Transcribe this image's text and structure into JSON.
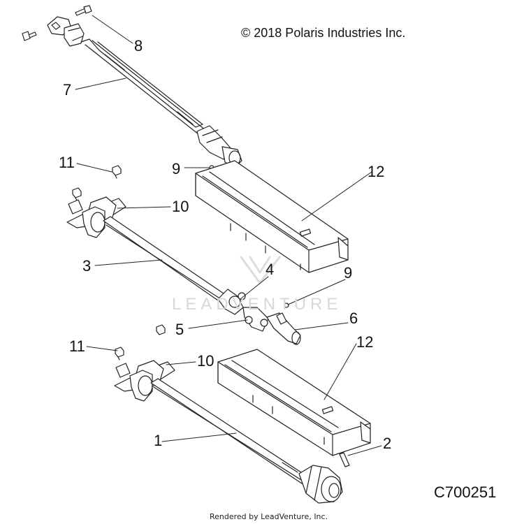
{
  "copyright": "© 2018 Polaris Industries Inc.",
  "diagram_code": "C700251",
  "rendered_by": "Rendered by LeadVenture, Inc.",
  "watermark": "LEADVENTURE",
  "callouts": [
    {
      "id": "c7",
      "text": "7"
    },
    {
      "id": "c8",
      "text": "8"
    },
    {
      "id": "c9a",
      "text": "9"
    },
    {
      "id": "c11a",
      "text": "11"
    },
    {
      "id": "c12a",
      "text": "12"
    },
    {
      "id": "c10a",
      "text": "10"
    },
    {
      "id": "c3",
      "text": "3"
    },
    {
      "id": "c4",
      "text": "4"
    },
    {
      "id": "c9b",
      "text": "9"
    },
    {
      "id": "c5",
      "text": "5"
    },
    {
      "id": "c6",
      "text": "6"
    },
    {
      "id": "c11b",
      "text": "11"
    },
    {
      "id": "c12b",
      "text": "12"
    },
    {
      "id": "c10b",
      "text": "10"
    },
    {
      "id": "c1",
      "text": "1"
    },
    {
      "id": "c2",
      "text": "2"
    }
  ]
}
